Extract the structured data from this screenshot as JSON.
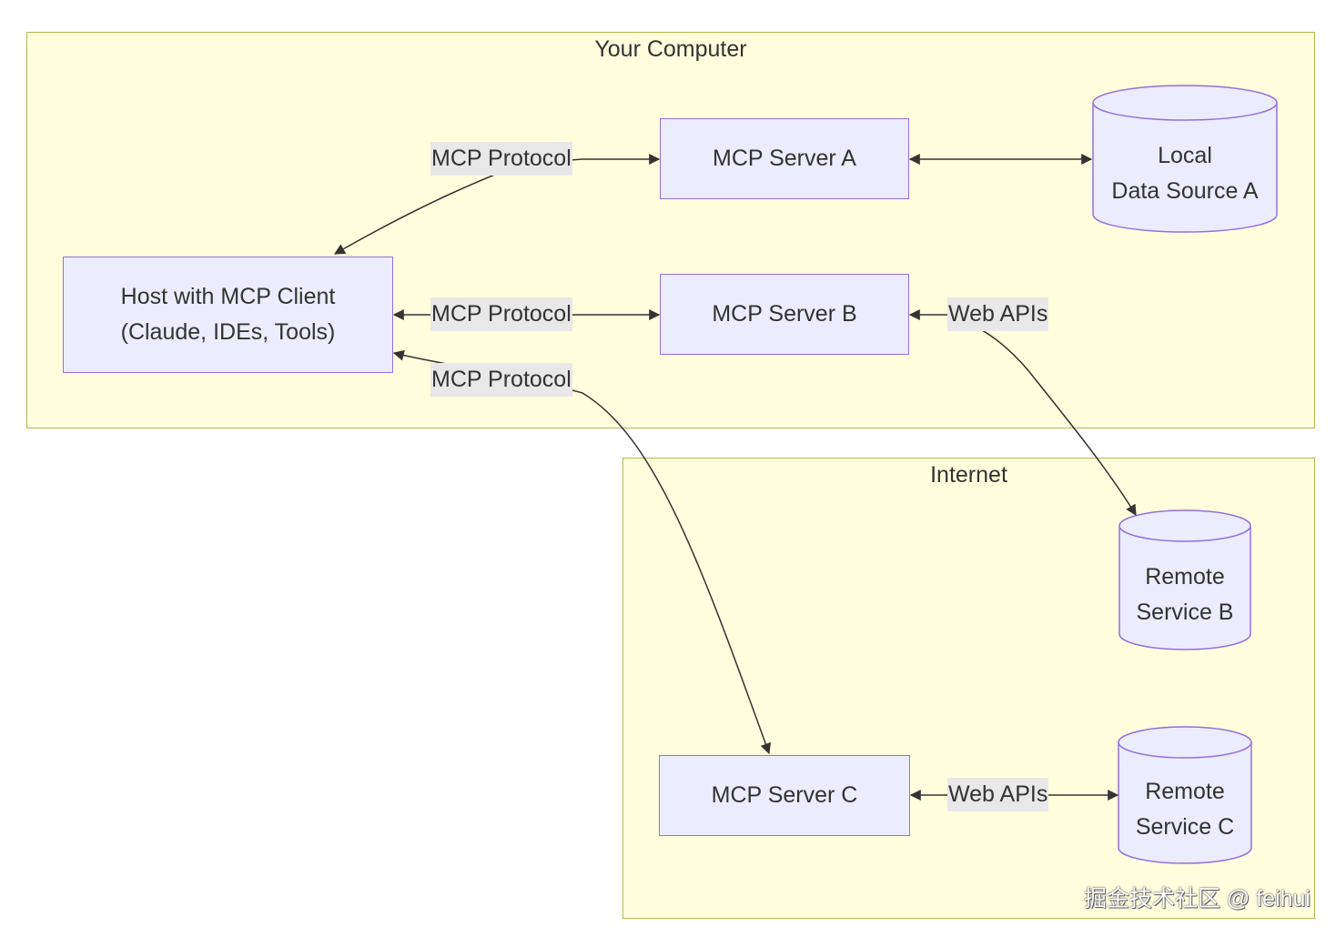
{
  "clusters": {
    "computer": {
      "title": "Your Computer"
    },
    "internet": {
      "title": "Internet"
    }
  },
  "nodes": {
    "host": {
      "line1": "Host with MCP Client",
      "line2": "(Claude, IDEs, Tools)"
    },
    "server_a": {
      "label": "MCP Server A"
    },
    "server_b": {
      "label": "MCP Server B"
    },
    "server_c": {
      "label": "MCP Server C"
    },
    "local_a": {
      "line1": "Local",
      "line2": "Data Source A"
    },
    "remote_b": {
      "line1": "Remote",
      "line2": "Service B"
    },
    "remote_c": {
      "line1": "Remote",
      "line2": "Service C"
    }
  },
  "edges": {
    "host_a": "MCP Protocol",
    "host_b": "MCP Protocol",
    "host_c": "MCP Protocol",
    "b_remote": "Web APIs",
    "c_remote": "Web APIs"
  },
  "colors": {
    "cluster_fill": "#ffffde",
    "cluster_border": "#b4ba54",
    "node_fill": "#ececff",
    "node_border": "#9370db",
    "edge": "#333333",
    "edge_label_bg": "#e8e8e8"
  },
  "watermark": "掘金技术社区 @ feihui"
}
